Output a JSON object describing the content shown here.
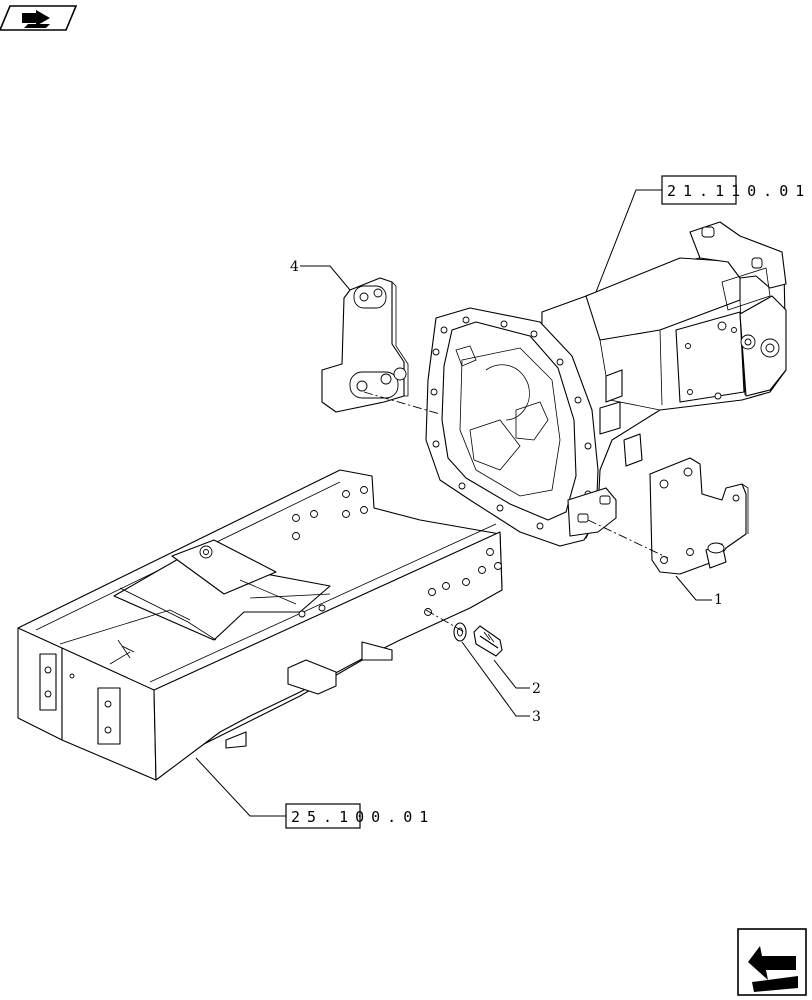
{
  "callouts": {
    "part1": "1",
    "part2": "2",
    "part3": "3",
    "part4": "4"
  },
  "references": {
    "transmission_ref": "21.110.01",
    "frame_ref": "25.100.01"
  },
  "icons": {
    "top_left": "nav-back-icon",
    "bottom_right": "next-page-arrow-icon"
  }
}
